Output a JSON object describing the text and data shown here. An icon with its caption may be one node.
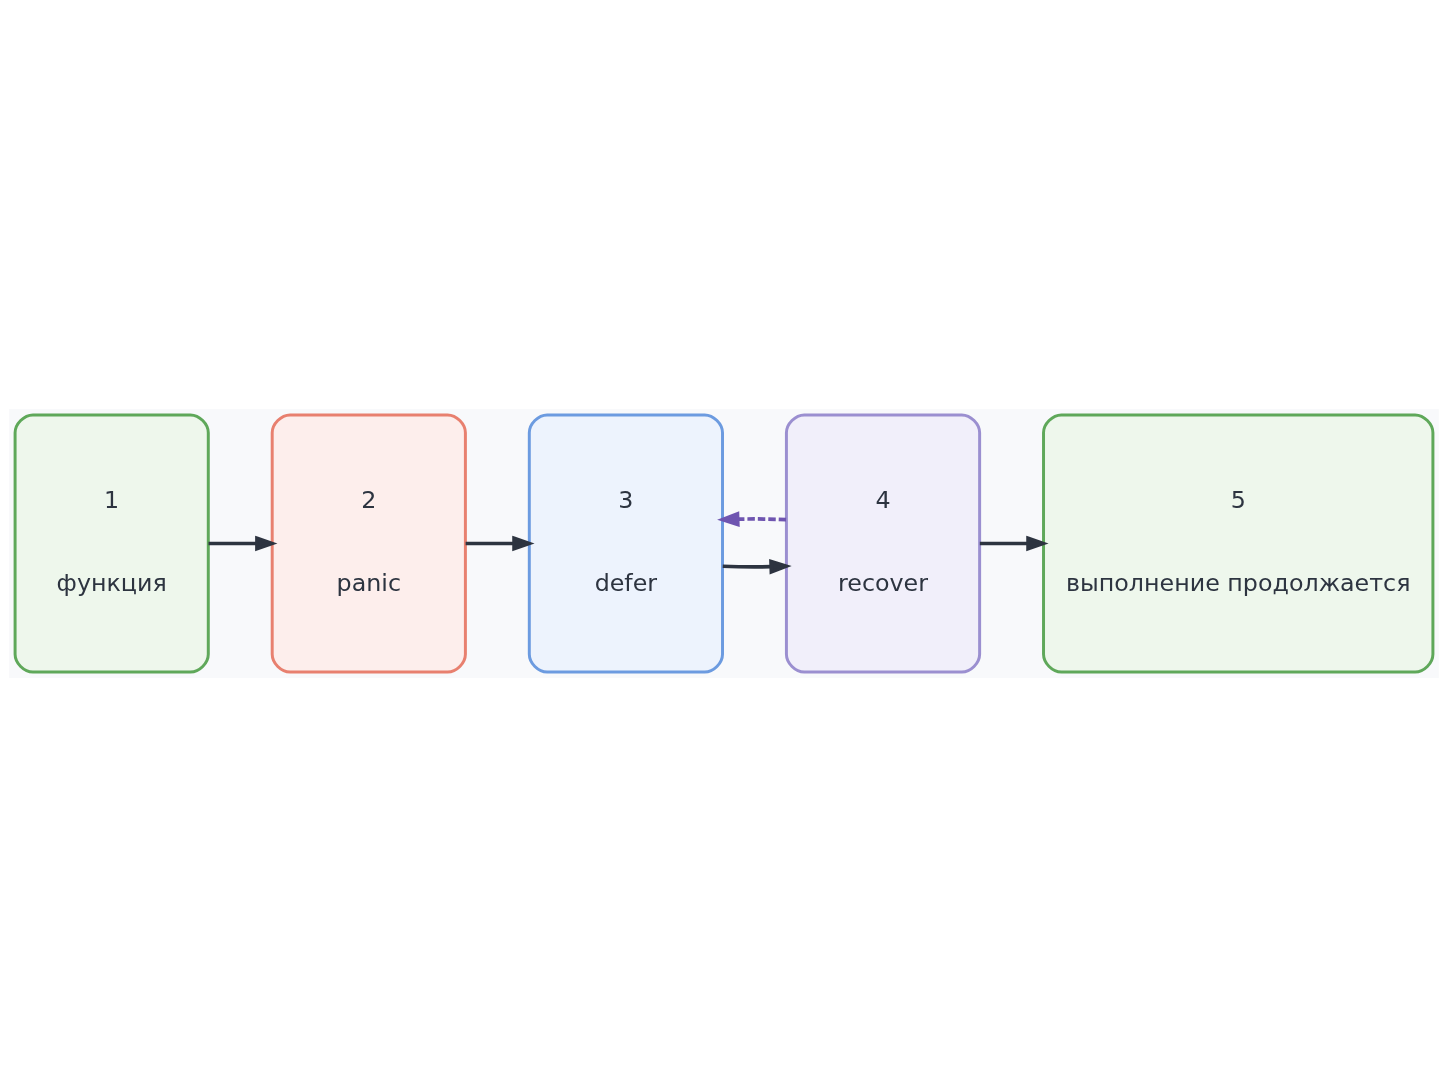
{
  "diagram": {
    "nodes": [
      {
        "text": [
          "1",
          "функция"
        ]
      },
      {
        "text": [
          "2",
          "panic"
        ]
      },
      {
        "text": [
          "3",
          "defer"
        ]
      },
      {
        "text": [
          "4",
          "recover"
        ]
      },
      {
        "text": [
          "5",
          "выполнение продолжается"
        ]
      }
    ],
    "edges": [
      {
        "from": 0,
        "to": 1,
        "arrow": "to"
      },
      {
        "from": 1,
        "to": 2,
        "arrow": "to"
      },
      {
        "from": 2,
        "to": 3,
        "arrow": "to"
      },
      {
        "from": 3,
        "to": 4,
        "arrow": "to"
      },
      {
        "from": 3,
        "to": 2,
        "arrow": "to",
        "style": "dashed",
        "color": "#6f55b0"
      }
    ]
  }
}
